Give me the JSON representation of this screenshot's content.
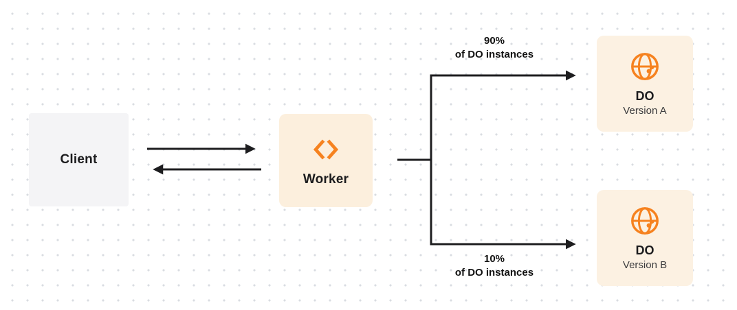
{
  "colors": {
    "accent_orange": "#F6821F",
    "client_box_bg": "#F4F4F6",
    "worker_box_bg": "#FCEFDD",
    "do_box_bg": "#FCF1E2",
    "connector_line": "#1D1D1F",
    "dot_grid": "#D9DCE2"
  },
  "nodes": {
    "client": {
      "label": "Client"
    },
    "worker": {
      "label": "Worker",
      "icon": "workers-icon"
    },
    "do_version_a": {
      "title": "DO",
      "subtitle": "Version A",
      "icon": "durable-object-icon"
    },
    "do_version_b": {
      "title": "DO",
      "subtitle": "Version B",
      "icon": "durable-object-icon"
    }
  },
  "edges": {
    "top_branch": {
      "percent": "90%",
      "caption": "of DO instances"
    },
    "bottom_branch": {
      "percent": "10%",
      "caption": "of DO instances"
    }
  }
}
